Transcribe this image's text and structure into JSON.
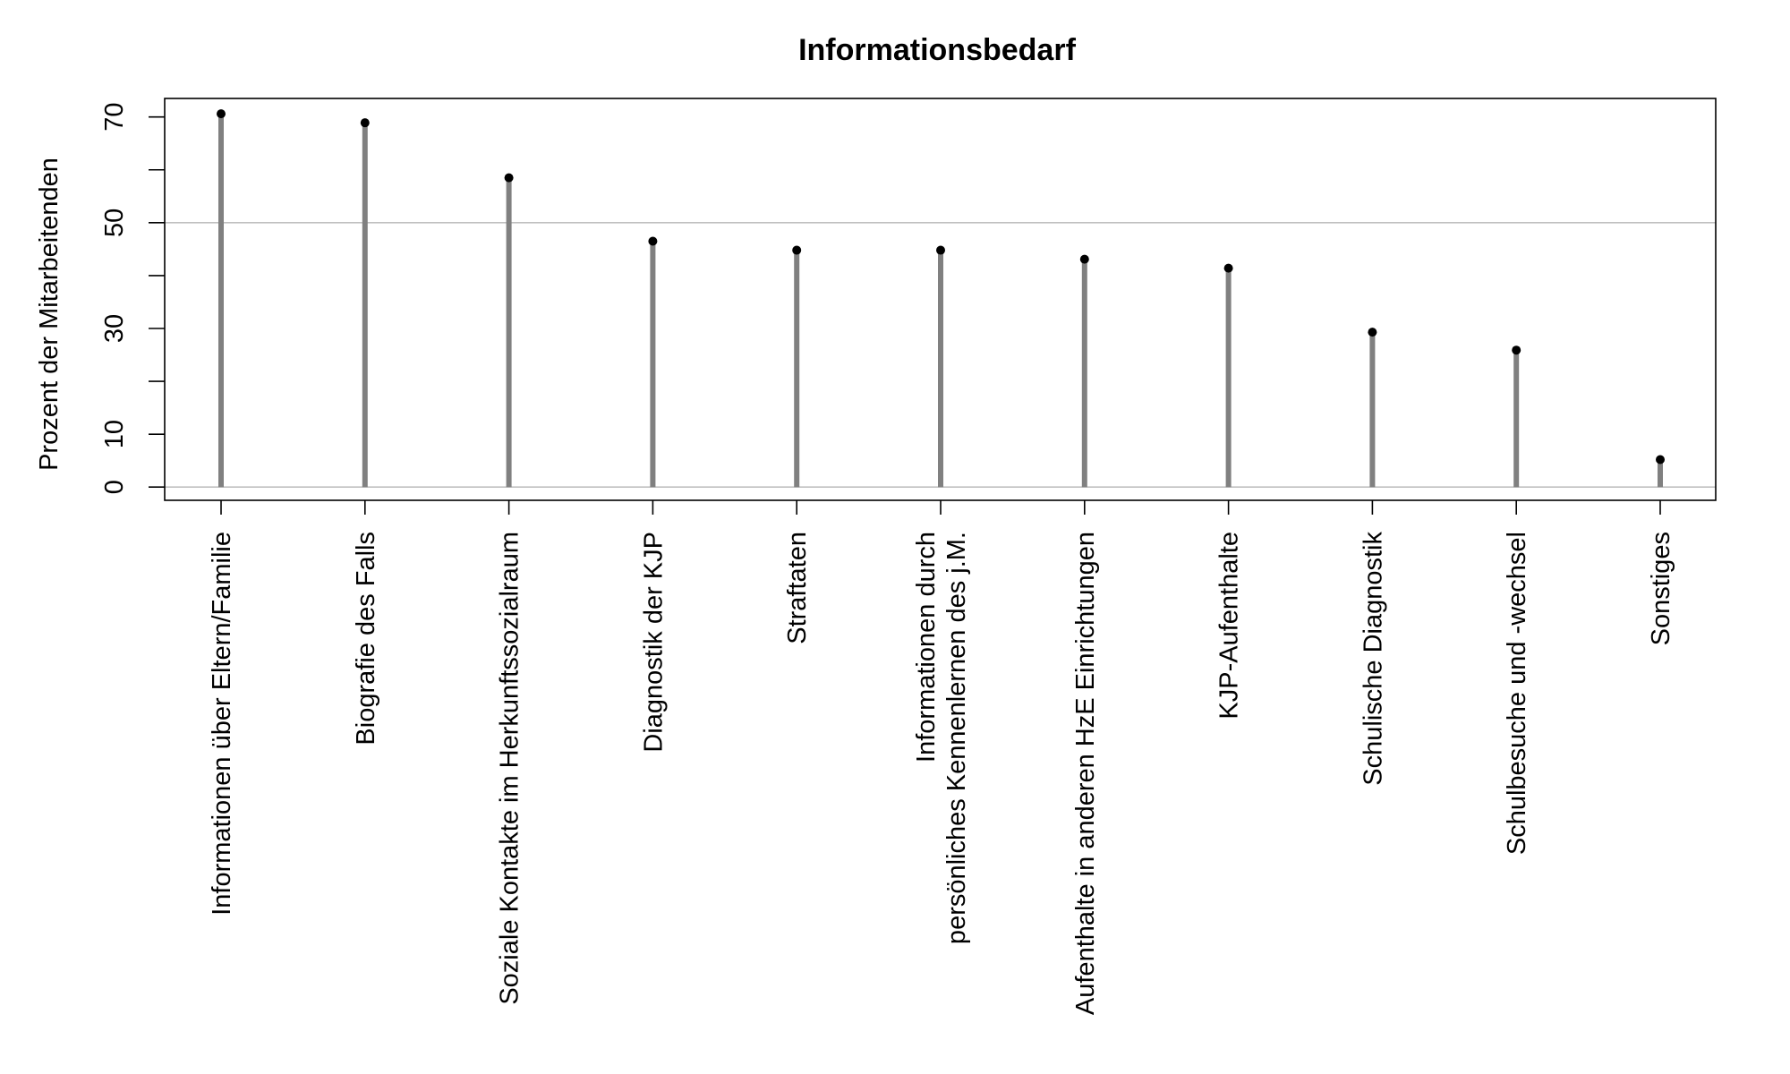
{
  "chart_data": {
    "type": "lollipop",
    "title": "Informationsbedarf",
    "xlabel": "",
    "ylabel": "Prozent der Mitarbeitenden",
    "ylim": [
      -2.5,
      73.5
    ],
    "yticks": [
      0,
      10,
      30,
      50,
      70
    ],
    "yticks_minor": [
      20,
      40,
      60
    ],
    "reference_lines": [
      0,
      50
    ],
    "grid": false,
    "legend": "none",
    "colors": {
      "stem": "#808080",
      "point": "#000000",
      "refline": "#c0c0c0",
      "axis": "#000000"
    },
    "categories": [
      [
        "Informationen über Eltern/Familie"
      ],
      [
        "Biografie des Falls"
      ],
      [
        "Soziale Kontakte im Herkunftssozialraum"
      ],
      [
        "Diagnostik der KJP"
      ],
      [
        "Straftaten"
      ],
      [
        "Informationen durch",
        "persönliches Kennenlernen des j.M."
      ],
      [
        "Aufenthalte in anderen HzE Einrichtungen"
      ],
      [
        "KJP-Aufenthalte"
      ],
      [
        "Schulische Diagnostik"
      ],
      [
        "Schulbesuche und -wechsel"
      ],
      [
        "Sonstiges"
      ]
    ],
    "values": [
      70.6,
      68.9,
      58.5,
      46.5,
      44.8,
      44.8,
      43.1,
      41.4,
      29.3,
      25.9,
      5.2
    ]
  }
}
